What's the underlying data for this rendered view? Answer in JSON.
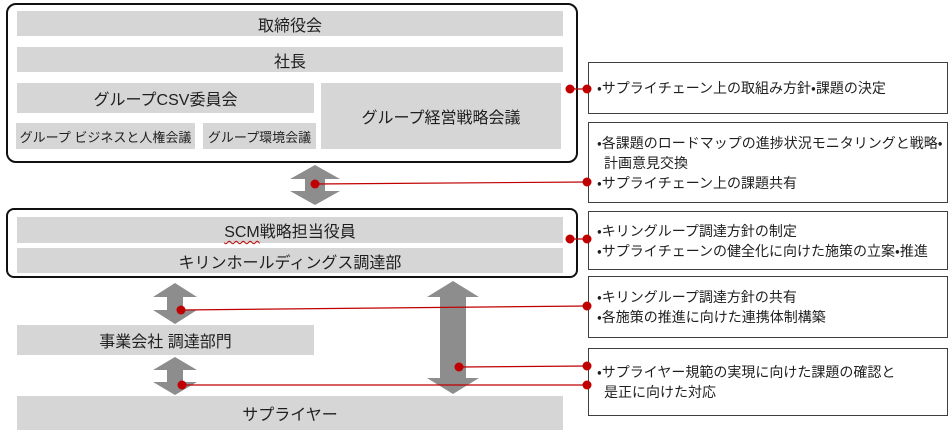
{
  "colors": {
    "bar_fill": "#d6d6d6",
    "arrow_fill": "#8d8d8d",
    "connector_red": "#c00000",
    "frame_border": "#111111",
    "note_border": "#3f3f3f",
    "text_color": "#1f1f1f"
  },
  "diagram": {
    "governance": {
      "board": "取締役会",
      "president": "社長",
      "csv_committee": "グループCSV委員会",
      "management_strategy_meeting": "グループ経営戦略会議",
      "business_human_rights_meeting": "グループ ビジネスと人権会議",
      "environment_meeting": "グループ環境会議"
    },
    "scm": {
      "officer_highlight": "SCM",
      "officer_rest": "戦略担当役員",
      "holdings_procurement": "キリンホールディングス調達部"
    },
    "operating_company_procurement": "事業会社 調達部門",
    "supplier": "サプライヤー"
  },
  "notes": [
    {
      "lines": [
        "・サプライチェーン上の取組み方針・課題の決定"
      ]
    },
    {
      "lines": [
        "・各課題のロードマップの進捗状況モニタリングと戦略・",
        "計画意見交換",
        "・サプライチェーン上の課題共有"
      ]
    },
    {
      "lines": [
        "・キリングループ調達方針の制定",
        "・サプライチェーンの健全化に向けた施策の立案・推進"
      ]
    },
    {
      "lines": [
        "・キリングループ調達方針の共有",
        "・各施策の推進に向けた連携体制構築"
      ]
    },
    {
      "lines": [
        "・サプライヤー規範の実現に向けた課題の確認と",
        "是正に向けた対応"
      ]
    }
  ]
}
